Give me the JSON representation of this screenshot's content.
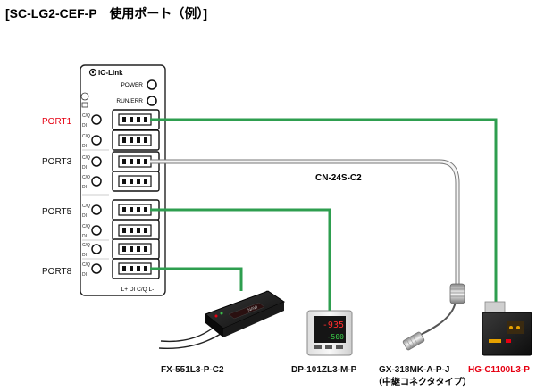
{
  "title": "[SC-LG2-CEF-P　使用ポート（例）]",
  "hub": {
    "logo": "IO-Link",
    "indicators": [
      {
        "label": "POWER"
      },
      {
        "label": "RUN/ERR"
      }
    ],
    "led_labels": [
      "C/Q",
      "DI"
    ],
    "bottom_label": "L+ DI C/Q L-",
    "port_labels": [
      {
        "text": "PORT1",
        "color": "#e60012"
      },
      {
        "text": "PORT3",
        "color": "#111111"
      },
      {
        "text": "PORT5",
        "color": "#111111"
      },
      {
        "text": "PORT8",
        "color": "#111111"
      }
    ]
  },
  "cable_label": "CN-24S-C2",
  "devices": [
    {
      "model": "FX-551L3-P-C2",
      "color": "#111111"
    },
    {
      "model": "DP-101ZL3-M-P",
      "color": "#111111"
    },
    {
      "model": "GX-318MK-A-P-J",
      "sub": "（中継コネクタタイプ）",
      "color": "#111111"
    },
    {
      "model": "HG-C1100L3-P",
      "color": "#e60012"
    }
  ],
  "amp_display": "NAVI",
  "dp_display": {
    "top": "-935",
    "bottom": "-500"
  },
  "colors": {
    "link": "#2e9e4f",
    "accent": "#e60012",
    "cable": "#c8c8c8"
  }
}
